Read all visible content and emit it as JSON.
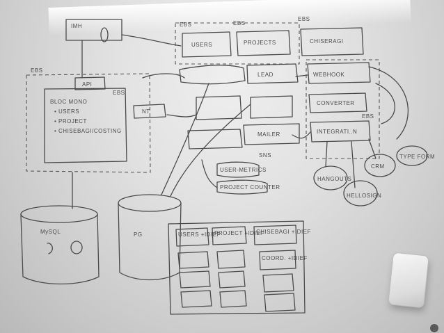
{
  "whiteboard": {
    "labels": {
      "top_left": "IMH",
      "ebs_1": "EBS",
      "ebs_2": "EBS",
      "ebs_3": "EBS",
      "ebs_4": "EBS",
      "ebs_5": "EBS",
      "ebs_6": "EBS",
      "users": "USERS",
      "projects": "PROJECTS",
      "chiseragi": "CHISERAGI",
      "lead": "LEAD",
      "webhook": "WEBHOOK",
      "api": "API",
      "bloc_mono": "BLOC MONO",
      "bloc_users": "• USERS",
      "bloc_project": "• PROJECT",
      "bloc_chisebagi": "• CHISEBAGI/COSTING",
      "nt": "NT",
      "converter": "CONVERTER",
      "mailer": "MAILER",
      "sns": "SNS",
      "integrations": "INTEGRATI..N",
      "user_metrics": "USER-METRICS",
      "project_counter": "PROJECT COUNTER",
      "hangouts": "HANGOUTS",
      "hellosign": "HELLOSIGN",
      "crm": "CRM",
      "type_form": "TYPE FORM",
      "mysql": "MySQL",
      "pg": "PG",
      "pg_users": "USERS +IDIEF",
      "pg_project": "PROJECT +IDIEF",
      "pg_chisebagi": "CHISEBAGI +IDIEF",
      "pg_coord": "COORD. +IDIEF"
    }
  }
}
